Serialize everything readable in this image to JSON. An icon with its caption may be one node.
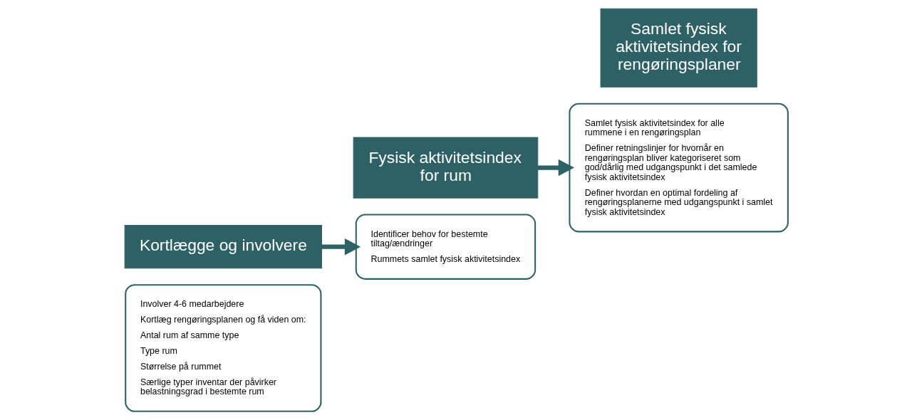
{
  "diagram": {
    "nodes": [
      {
        "text": [
          "Involver 4-6 medarbejdere",
          "Kortlæg rengøringsplanen og få viden om:",
          "Antal rum af samme type",
          "Type rum",
          "Størrelse på rummet",
          "Særlige typer inventar der påvirker belastningsgrad i bestemte rum"
        ]
      },
      {
        "text": [
          "Kortlægge og involvere"
        ]
      },
      {
        "text": [
          "Identificer behov for bestemte tiltag/ændringer",
          "Rummets samlet fysisk aktivitetsindex"
        ]
      },
      {
        "text": [
          "Fysisk aktivitetsindex for rum"
        ]
      },
      {
        "text": [
          "Samlet fysisk aktivitetsindex for alle rummene i en rengøringsplan",
          "Definer retningslinjer for hvornår en rengøringsplan bliver kategoriseret som god/dårlig med udgangspunkt i det samlede fysisk aktivitetsindex",
          "Definer hvordan en optimal fordeling af rengøringsplanerne med udgangspunkt i samlet fysisk aktivitetsindex"
        ]
      },
      {
        "text": [
          "Samlet fysisk aktivitetsindex for rengøringsplaner"
        ]
      }
    ],
    "edges": [
      {
        "from": 1,
        "to": 2,
        "arrow": "to"
      },
      {
        "from": 3,
        "to": 4,
        "arrow": "to"
      }
    ]
  }
}
